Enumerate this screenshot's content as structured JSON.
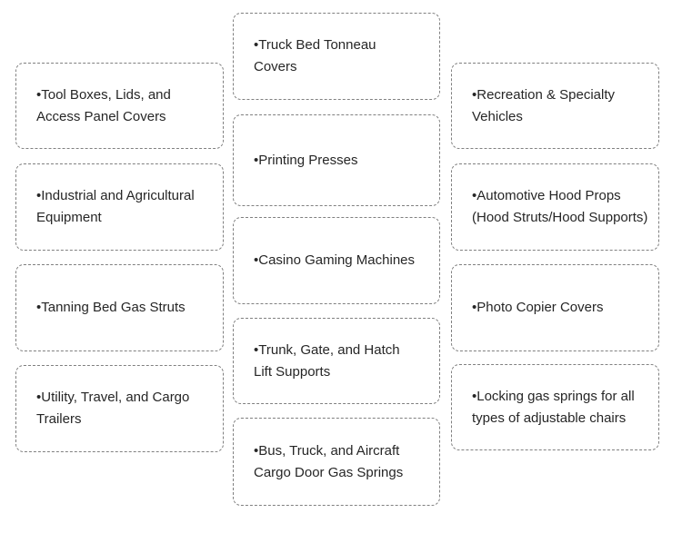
{
  "theme": {
    "background": "#ffffff",
    "box_fill": "#ffffff",
    "border_color": "#808080",
    "text_color": "#262626"
  },
  "diagram": {
    "type": "category-box-list",
    "bullet_char": "•",
    "columns": [
      {
        "position": "left",
        "boxes": [
          {
            "name": "tool-boxes",
            "label": "Tool Boxes, Lids, and Access Panel Covers",
            "lines": [
              "•Tool Boxes, Lids, and",
              "Access Panel Covers"
            ]
          },
          {
            "name": "industrial-agricultural",
            "label": "Industrial and Agricultural Equipment",
            "lines": [
              "•Industrial and Agricultural",
              "Equipment"
            ]
          },
          {
            "name": "tanning-bed",
            "label": "Tanning Bed Gas Struts",
            "lines": [
              "•Tanning Bed Gas Struts"
            ]
          },
          {
            "name": "utility-trailers",
            "label": "Utility, Travel, and Cargo Trailers",
            "lines": [
              "•Utility, Travel, and Cargo",
              "Trailers"
            ]
          }
        ]
      },
      {
        "position": "center",
        "boxes": [
          {
            "name": "truck-bed-tonneau",
            "label": "Truck Bed Tonneau Covers",
            "lines": [
              "•Truck Bed Tonneau",
              "Covers"
            ]
          },
          {
            "name": "printing-presses",
            "label": "Printing Presses",
            "lines": [
              "•Printing Presses"
            ]
          },
          {
            "name": "casino-gaming",
            "label": "Casino Gaming Machines",
            "lines": [
              "•Casino Gaming Machines"
            ]
          },
          {
            "name": "trunk-gate-hatch",
            "label": "Trunk, Gate, and Hatch Lift Supports",
            "lines": [
              "•Trunk, Gate, and Hatch",
              "Lift Supports"
            ]
          },
          {
            "name": "bus-truck-aircraft",
            "label": "Bus, Truck, and Aircraft Cargo Door Gas Springs",
            "lines": [
              "•Bus, Truck, and Aircraft",
              "Cargo Door Gas Springs"
            ]
          }
        ]
      },
      {
        "position": "right",
        "boxes": [
          {
            "name": "recreation-specialty",
            "label": "Recreation & Specialty Vehicles",
            "lines": [
              "•Recreation & Specialty",
              "Vehicles"
            ]
          },
          {
            "name": "automotive-hood-props",
            "label": "Automotive Hood Props (Hood Struts/Hood Supports)",
            "lines": [
              "•Automotive Hood Props",
              "(Hood Struts/Hood Supports)"
            ]
          },
          {
            "name": "photo-copier",
            "label": "Photo Copier Covers",
            "lines": [
              "•Photo Copier Covers"
            ]
          },
          {
            "name": "locking-gas-springs",
            "label": "Locking gas springs for all types of adjustable chairs",
            "lines": [
              "•Locking gas springs for all",
              "types of adjustable chairs"
            ]
          }
        ]
      }
    ]
  }
}
